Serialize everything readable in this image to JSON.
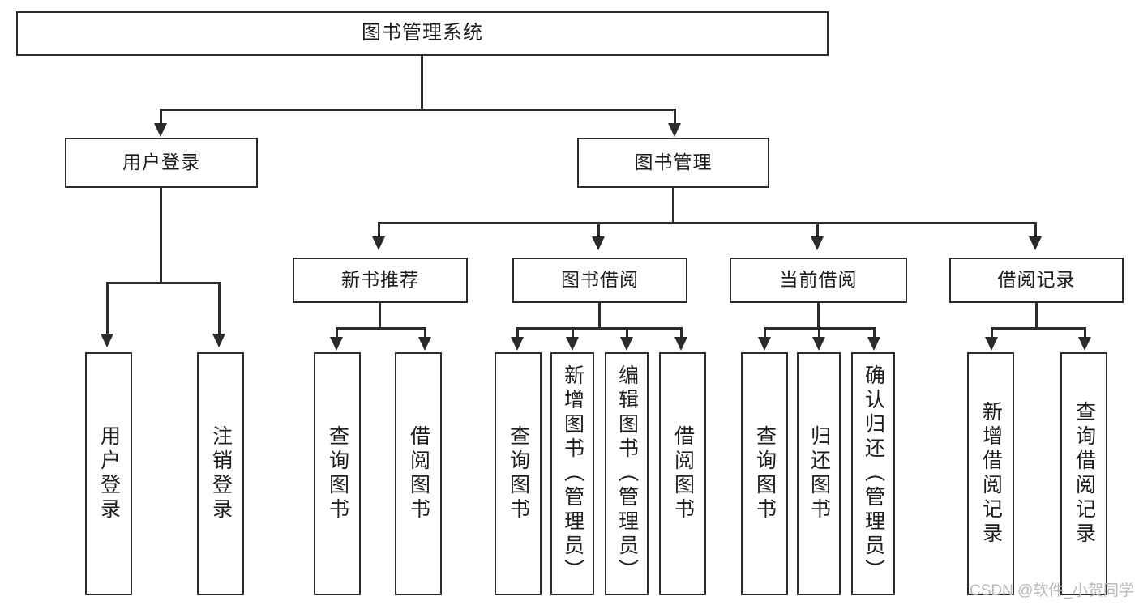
{
  "diagram": {
    "type": "tree-hierarchy",
    "title": "图书管理系统",
    "root": {
      "id": "root",
      "label": "图书管理系统",
      "level": 1
    },
    "level2": [
      {
        "id": "user-login",
        "label": "用户登录"
      },
      {
        "id": "book-manage",
        "label": "图书管理"
      }
    ],
    "level3": [
      {
        "id": "new-book-recommend",
        "label": "新书推荐",
        "parent": "book-manage"
      },
      {
        "id": "book-borrow",
        "label": "图书借阅",
        "parent": "book-manage"
      },
      {
        "id": "current-borrow",
        "label": "当前借阅",
        "parent": "book-manage"
      },
      {
        "id": "borrow-record",
        "label": "借阅记录",
        "parent": "book-manage"
      }
    ],
    "leaves": [
      {
        "id": "leaf-user-login",
        "label": "用户登录",
        "parent": "user-login"
      },
      {
        "id": "leaf-user-logout",
        "label": "注销登录",
        "parent": "user-login"
      },
      {
        "id": "leaf-query-book-1",
        "label": "查询图书",
        "parent": "new-book-recommend"
      },
      {
        "id": "leaf-borrow-book-1",
        "label": "借阅图书",
        "parent": "new-book-recommend"
      },
      {
        "id": "leaf-query-book-2",
        "label": "查询图书",
        "parent": "book-borrow"
      },
      {
        "id": "leaf-add-book",
        "label": "新增图书（管理员）",
        "parent": "book-borrow"
      },
      {
        "id": "leaf-edit-book",
        "label": "编辑图书（管理员）",
        "parent": "book-borrow"
      },
      {
        "id": "leaf-borrow-book-2",
        "label": "借阅图书",
        "parent": "book-borrow"
      },
      {
        "id": "leaf-query-book-3",
        "label": "查询图书",
        "parent": "current-borrow"
      },
      {
        "id": "leaf-return-book",
        "label": "归还图书",
        "parent": "current-borrow"
      },
      {
        "id": "leaf-confirm-return",
        "label": "确认归还（管理员）",
        "parent": "current-borrow"
      },
      {
        "id": "leaf-add-record",
        "label": "新增借阅记录",
        "parent": "borrow-record"
      },
      {
        "id": "leaf-query-record",
        "label": "查询借阅记录",
        "parent": "borrow-record"
      }
    ]
  },
  "watermark": {
    "text": "CSDN @软件_小贺同学"
  },
  "colors": {
    "stroke": "#2b2b2b",
    "fill": "#ffffff",
    "text": "#1d1d1d",
    "watermark": "#b9b9b9"
  }
}
